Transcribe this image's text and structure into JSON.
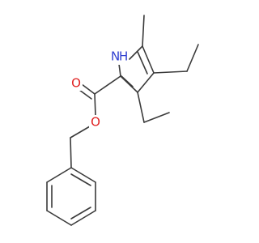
{
  "molecule": {
    "atoms": {
      "N1": {
        "symbol": "N",
        "label": "N",
        "hydrogen": "H",
        "color": "#2f3fd0"
      },
      "O_carbonyl": {
        "symbol": "O",
        "label": "O",
        "color": "#e02020"
      },
      "O_ester": {
        "symbol": "O",
        "label": "O",
        "color": "#e02020"
      }
    },
    "bond_color": "#3a3a3a"
  }
}
